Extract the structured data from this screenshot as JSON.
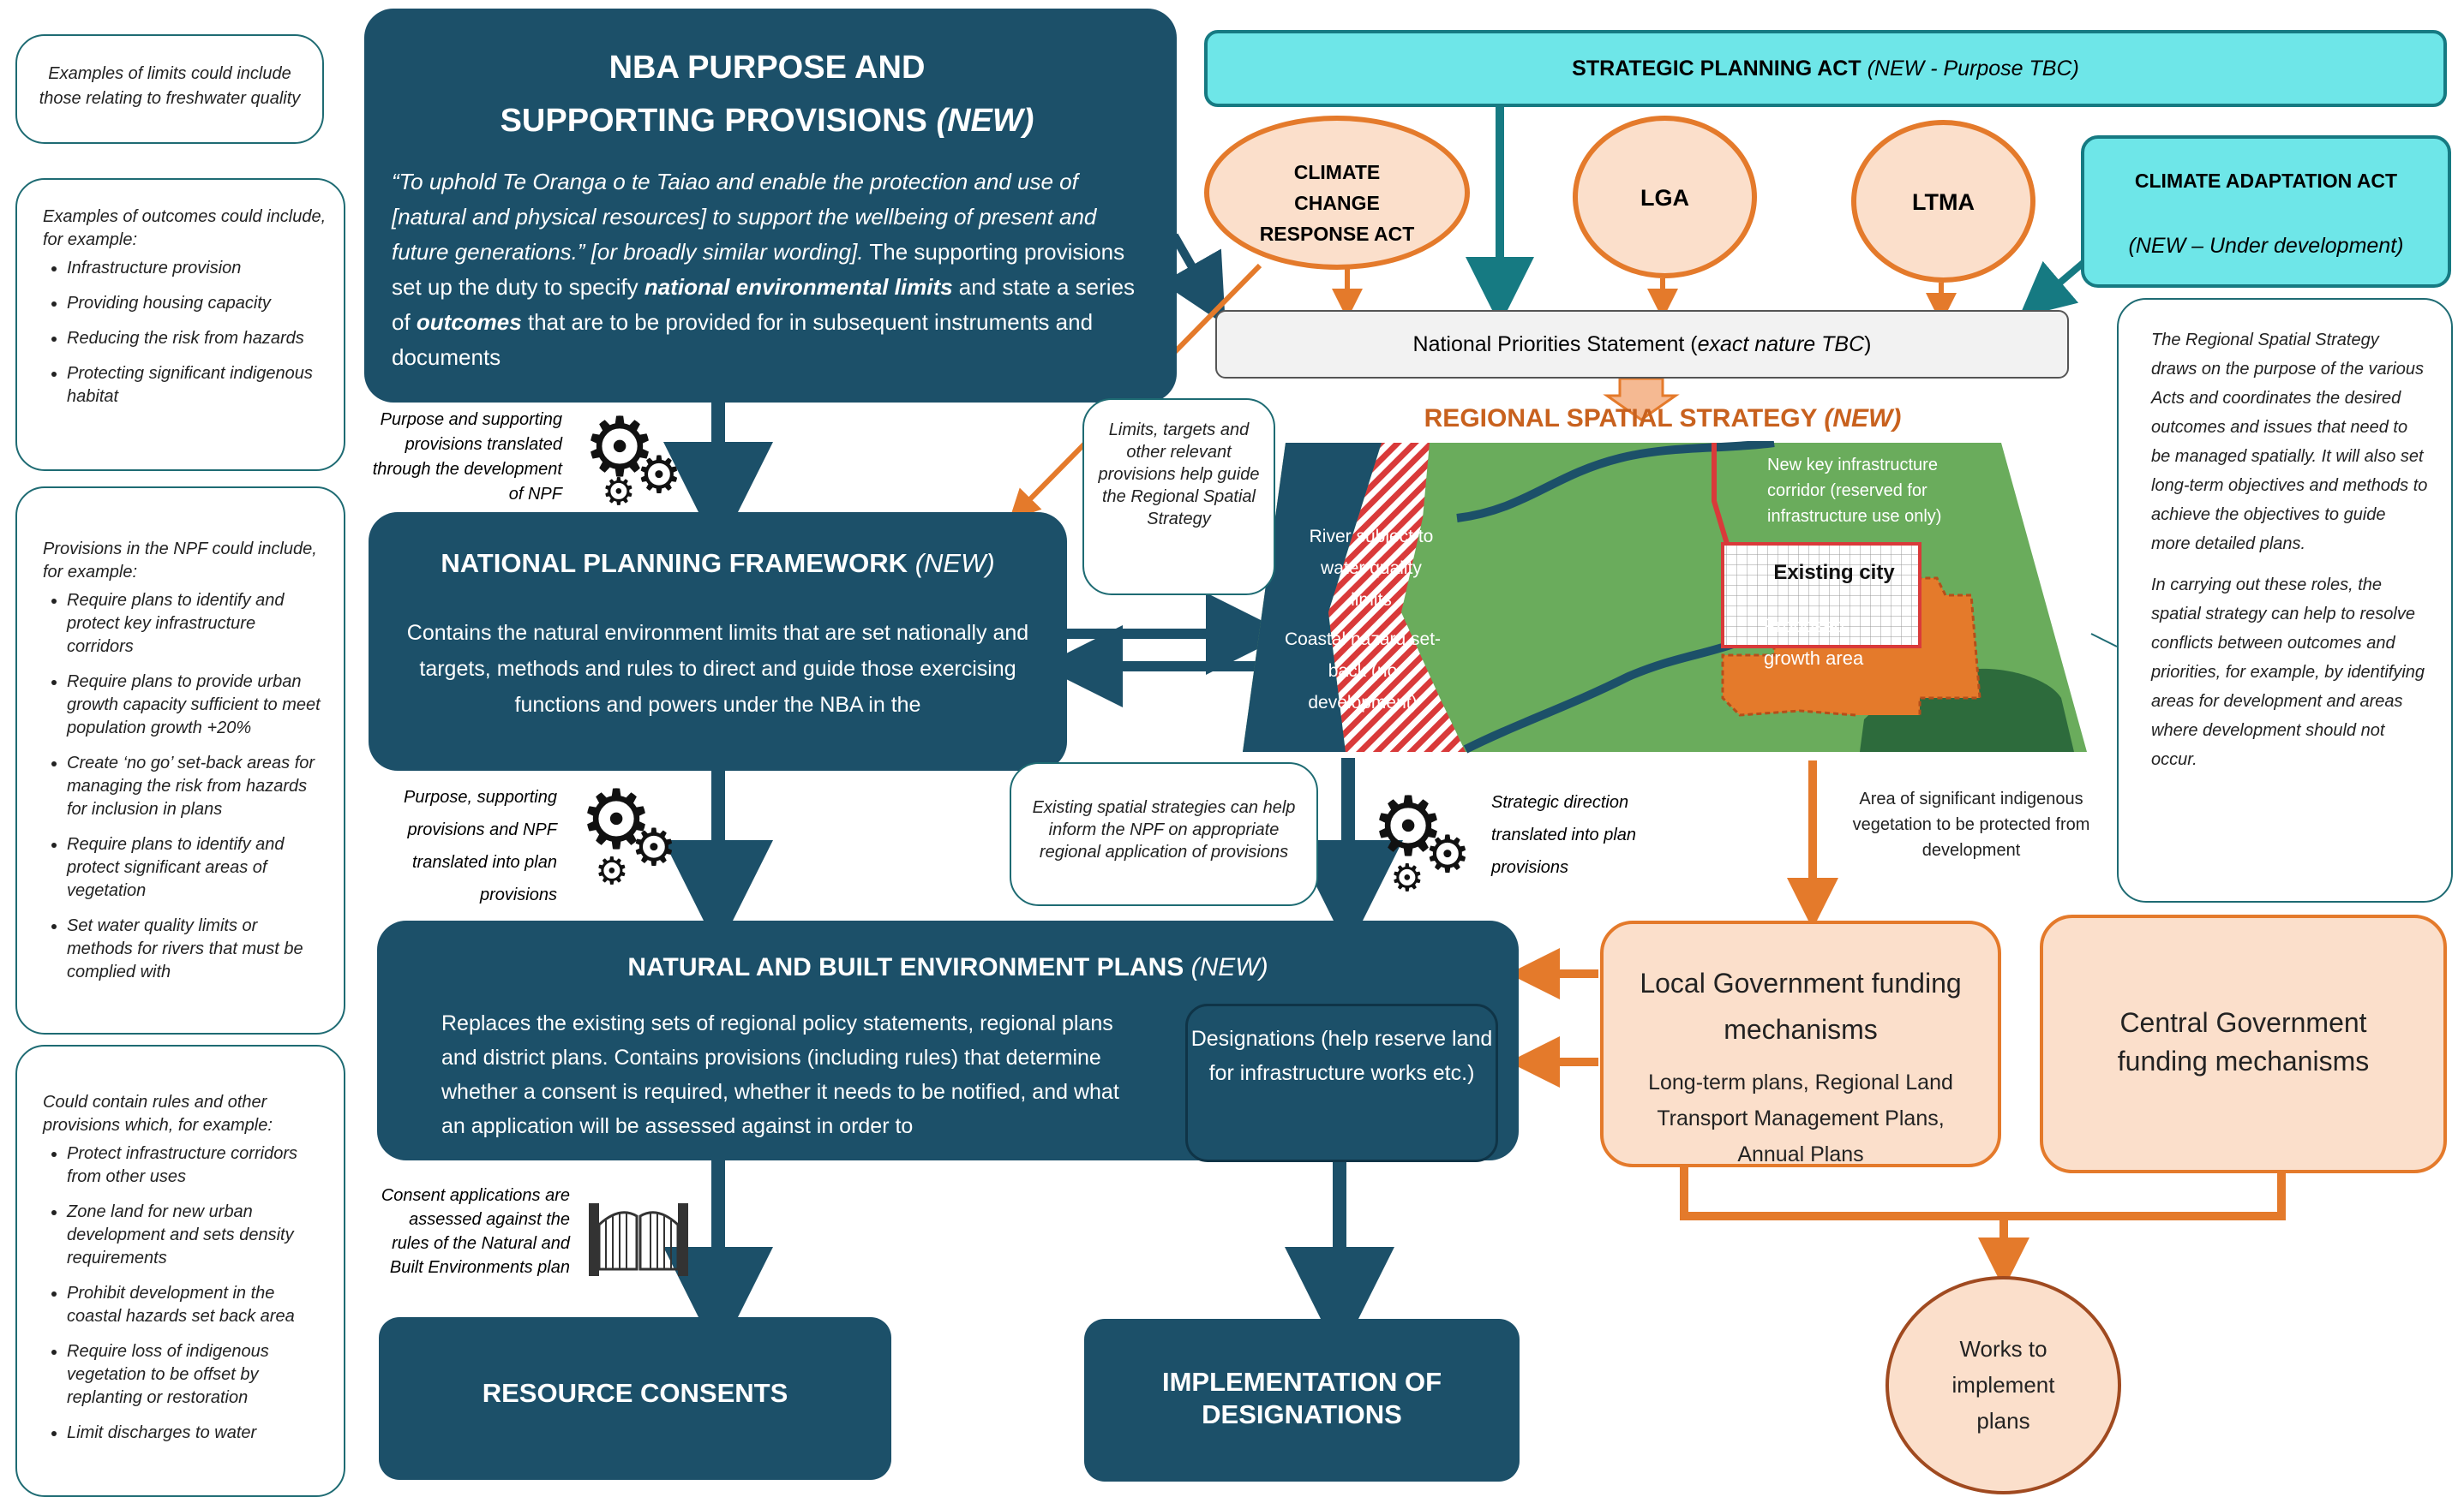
{
  "top_strip": {
    "text": ""
  },
  "nba": {
    "title_line1": "NBA PURPOSE AND",
    "title_line2": "SUPPORTING PROVISIONS",
    "title_new": "(NEW)",
    "quote": "“To uphold Te Oranga o te Taiao and enable the protection and use of [natural and physical resources] to support the wellbeing  of present and future generations.” [or broadly similar wording].",
    "body_1": " The supporting provisions set up the duty to specify ",
    "body_bold1": "national environmental limits",
    "body_2": " and state a series of ",
    "body_bold2": "outcomes",
    "body_3": " that are to be provided for in subsequent instruments and documents"
  },
  "spa": {
    "label": "STRATEGIC PLANNING ACT",
    "sub": "(NEW - Purpose TBC)"
  },
  "cca": {
    "label": "CLIMATE ADAPTATION ACT",
    "sub": "(NEW – Under development)"
  },
  "circles": {
    "ccra": "CLIMATE CHANGE RESPONSE ACT",
    "lga": "LGA",
    "ltma": "LTMA"
  },
  "nps": {
    "label": "National Priorities Statement (",
    "em": "exact nature TBC",
    "close": ")"
  },
  "rss": {
    "title": "REGIONAL SPATIAL STRATEGY",
    "title_new": "(NEW)",
    "map_labels": {
      "infra": "New key infrastructure corridor (reserved for infrastructure use only)",
      "river": "River subject to water quality limits",
      "coastal": "Coastal hazard set-back (no development)",
      "city": "Existing city",
      "growth": "Proposed growth area"
    },
    "veg_note": "Area of significant indigenous vegetation to be protected from development"
  },
  "npf": {
    "title": "NATIONAL PLANNING FRAMEWORK",
    "title_new": "(NEW)",
    "body": "Contains the natural environment limits that are set nationally and targets, methods and rules to direct and guide those exercising functions and powers under the NBA in the"
  },
  "nbep": {
    "title": "NATURAL AND BUILT ENVIRONMENT PLANS",
    "title_new": "(NEW)",
    "body": "Replaces the existing sets of regional policy statements, regional plans and district plans. Contains provisions (including rules) that determine whether a consent is required, whether it needs to be notified, and what an application will be assessed against in order to",
    "designations": "Designations (help reserve land for infrastructure works etc.)"
  },
  "resource_consents": "RESOURCE CONSENTS",
  "impl_designations": "IMPLEMENTATION OF DESIGNATIONS",
  "local_gov": {
    "title": "Local Government funding mechanisms",
    "sub": "Long-term plans, Regional Land Transport Management Plans, Annual Plans"
  },
  "central_gov": {
    "title": "Central Government funding mechanisms"
  },
  "works": "Works to implement plans",
  "notes": {
    "purpose_npf": "Purpose and supporting provisions translated through the development of NPF",
    "purpose_plan": "Purpose, supporting provisions and NPF translated into plan provisions",
    "strategic": "Strategic direction translated into plan provisions",
    "consent": "Consent applications are assessed against the rules of the Natural and Built Environments plan"
  },
  "callouts": {
    "limits_examples": "Examples of limits could include those relating to freshwater quality",
    "outcomes_intro": "Examples of outcomes could include, for example:",
    "outcomes_items": [
      "Infrastructure provision",
      "Providing housing capacity",
      "Reducing the risk from hazards",
      "Protecting significant indigenous habitat"
    ],
    "npf_intro": "Provisions in the NPF could include, for example:",
    "npf_items": [
      "Require plans to identify and protect key infrastructure corridors",
      "Require plans to provide urban growth capacity sufficient to meet population growth +20%",
      "Create ‘no go’ set-back areas for managing the risk from hazards for inclusion in plans",
      "Require plans to identify and protect significant areas of vegetation",
      "Set water quality limits or methods for rivers that must be complied with"
    ],
    "rules_intro": "Could contain rules and other provisions which, for example:",
    "rules_items": [
      "Protect infrastructure corridors from other uses",
      "Zone land for new urban development and sets density requirements",
      "Prohibit development in the coastal hazards set back area",
      "Require loss of indigenous vegetation to be offset by replanting or restoration",
      "Limit discharges to water"
    ],
    "limits_targets": "Limits, targets and other relevant provisions help guide the Regional Spatial Strategy",
    "existing_strategies": "Existing spatial strategies can help inform the NPF on appropriate regional application of provisions",
    "rss_desc_1": "The Regional Spatial Strategy draws on the purpose of the various Acts and coordinates the desired outcomes and issues that need to be managed spatially. It will also set long-term objectives and methods to achieve the objectives to guide more detailed plans.",
    "rss_desc_2": "In carrying out these roles, the spatial strategy can help to resolve conflicts between outcomes and priorities, for example, by identifying areas for development and areas where development should not occur."
  },
  "colors": {
    "navy": "#1c5069",
    "teal": "#167a82",
    "cyan": "#6ee6e8",
    "orange": "#e47a2b",
    "peach": "#fbdfcb",
    "red": "#d93a3a",
    "map_green": "#6aac5c"
  }
}
